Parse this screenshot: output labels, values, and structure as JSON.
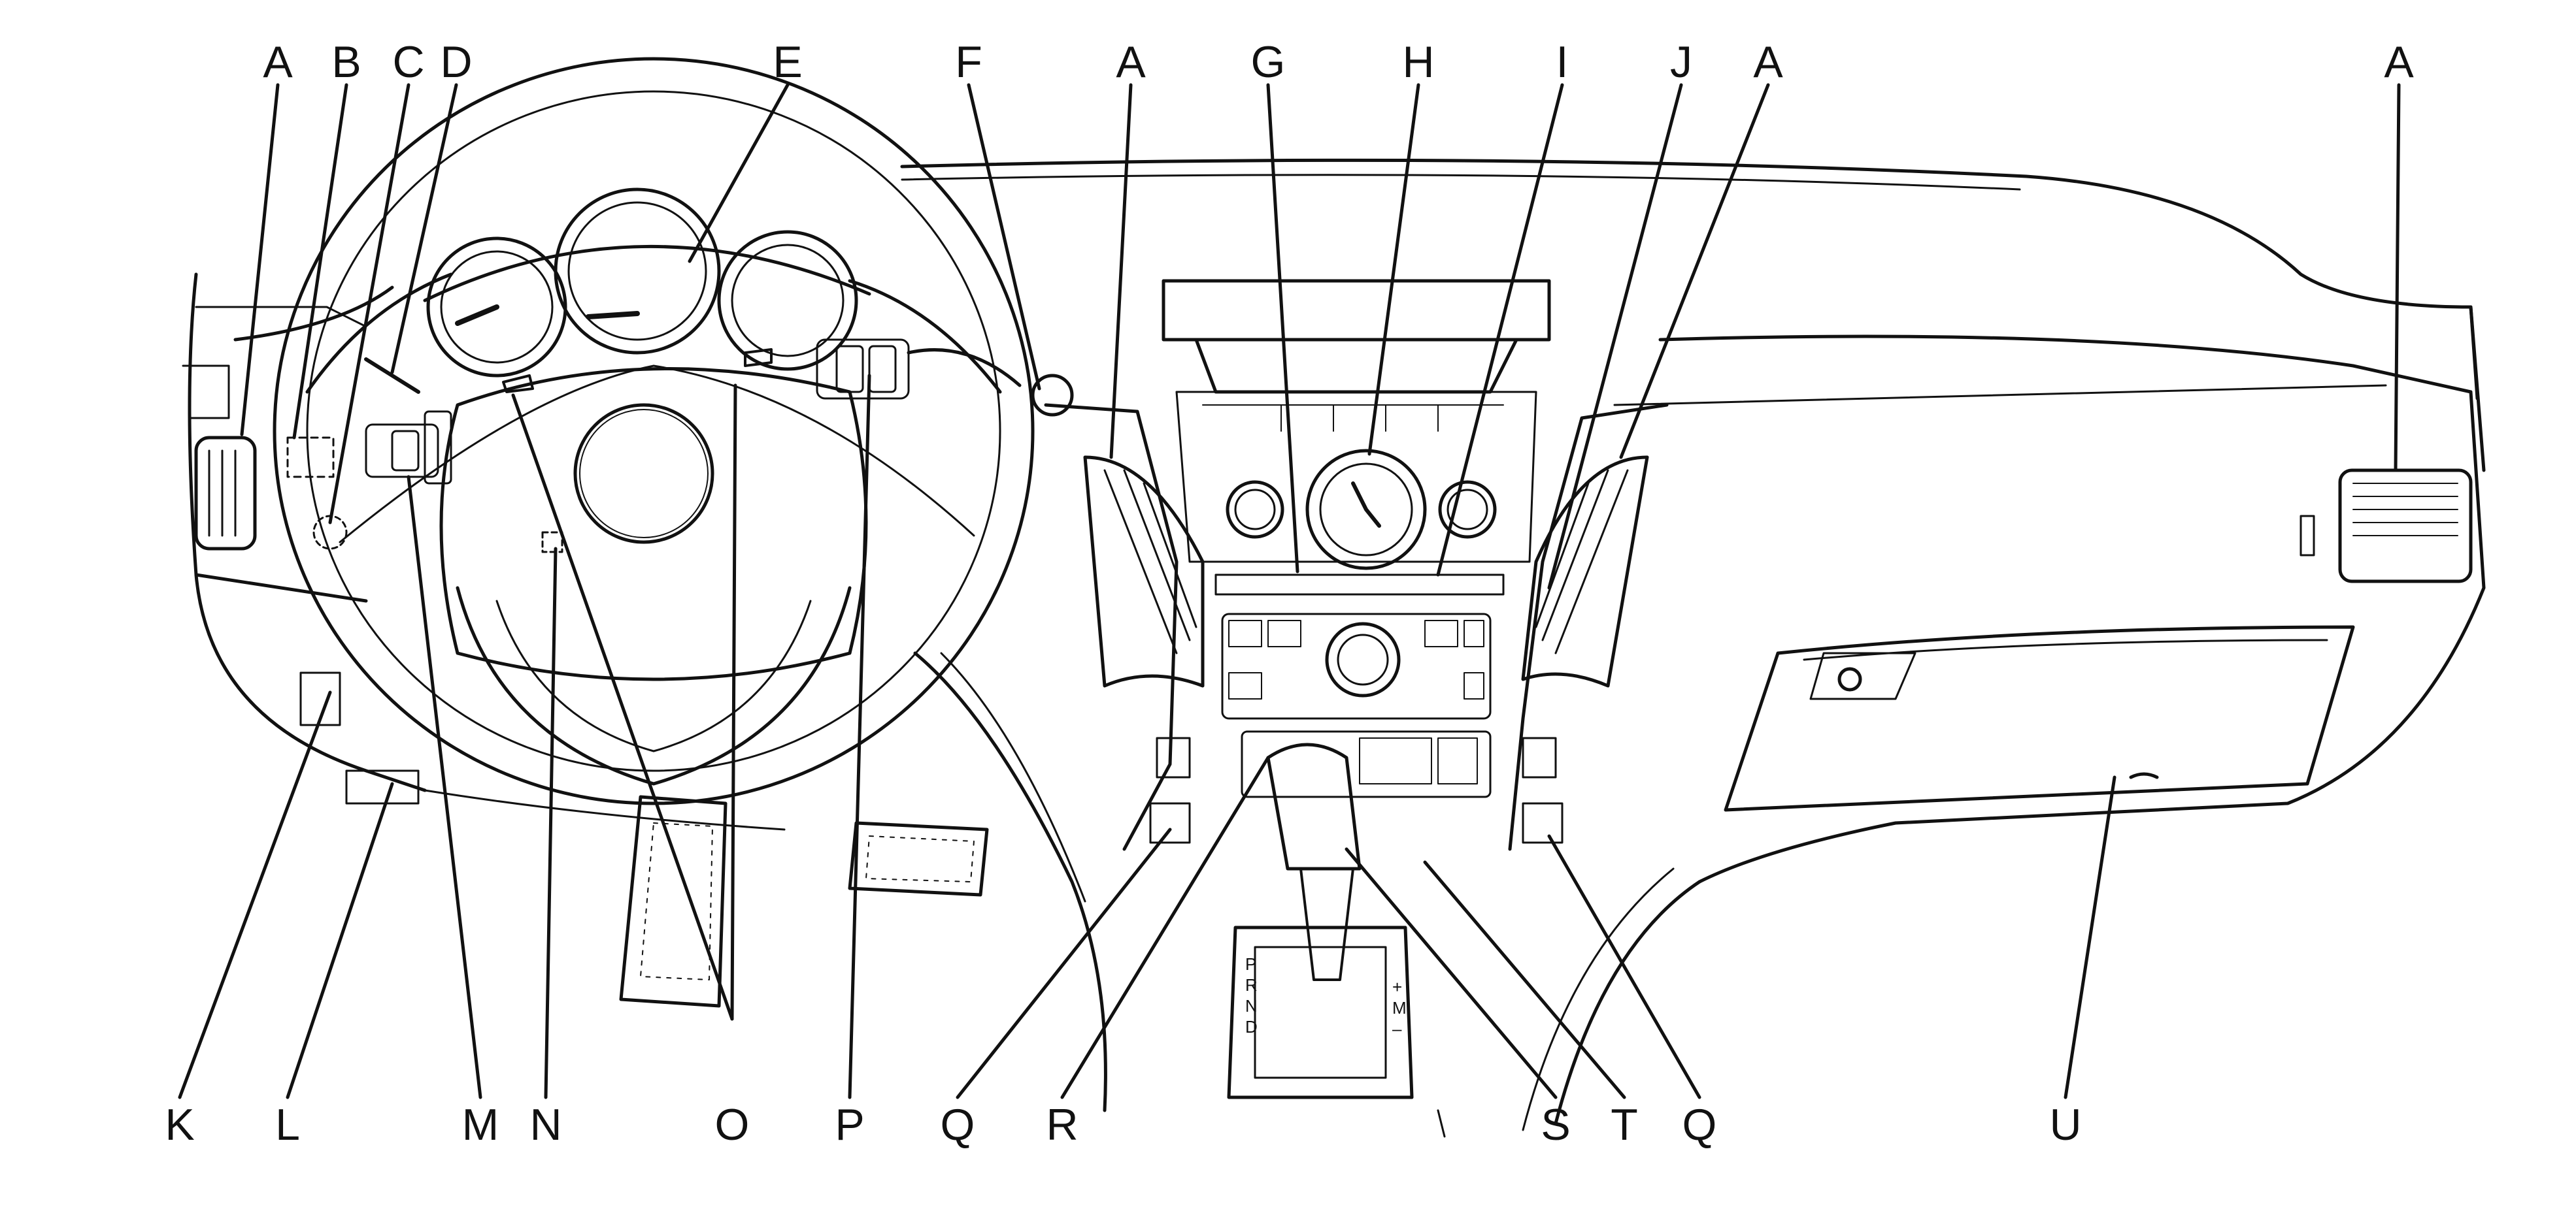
{
  "colors": {
    "ink": "#111111",
    "paper": "#ffffff"
  },
  "diagram": {
    "top_labels": [
      {
        "id": "A1",
        "text": "A"
      },
      {
        "id": "B",
        "text": "B"
      },
      {
        "id": "C",
        "text": "C"
      },
      {
        "id": "D",
        "text": "D"
      },
      {
        "id": "E",
        "text": "E"
      },
      {
        "id": "F",
        "text": "F"
      },
      {
        "id": "A2",
        "text": "A"
      },
      {
        "id": "G",
        "text": "G"
      },
      {
        "id": "H",
        "text": "H"
      },
      {
        "id": "I",
        "text": "I"
      },
      {
        "id": "J",
        "text": "J"
      },
      {
        "id": "A3",
        "text": "A"
      },
      {
        "id": "A4",
        "text": "A"
      }
    ],
    "bottom_labels": [
      {
        "id": "K",
        "text": "K"
      },
      {
        "id": "L",
        "text": "L"
      },
      {
        "id": "M",
        "text": "M"
      },
      {
        "id": "N",
        "text": "N"
      },
      {
        "id": "O",
        "text": "O"
      },
      {
        "id": "P",
        "text": "P"
      },
      {
        "id": "Q1",
        "text": "Q"
      },
      {
        "id": "R",
        "text": "R"
      },
      {
        "id": "S",
        "text": "S"
      },
      {
        "id": "T",
        "text": "T"
      },
      {
        "id": "Q2",
        "text": "Q"
      },
      {
        "id": "U",
        "text": "U"
      }
    ],
    "gear_letters": [
      "P",
      "R",
      "N",
      "D"
    ],
    "gear_plus_minus": [
      "+",
      "M",
      "–"
    ]
  }
}
